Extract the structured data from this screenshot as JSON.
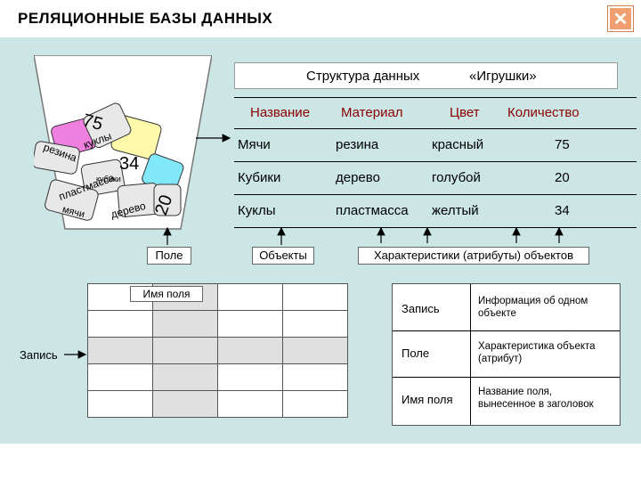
{
  "window": {
    "title": "РЕЛЯЦИОННЫЕ БАЗЫ ДАННЫХ",
    "close_symbol": "✕"
  },
  "structure": {
    "title_left": "Структура  данных",
    "title_right": "«Игрушки»"
  },
  "table": {
    "headers": [
      "Название",
      "Материал",
      "Цвет",
      "Количество"
    ],
    "rows": [
      [
        "Мячи",
        "резина",
        "красный",
        "75"
      ],
      [
        "Кубики",
        "дерево",
        "голубой",
        "20"
      ],
      [
        "Куклы",
        "пластмасса",
        "желтый",
        "34"
      ]
    ]
  },
  "basket": {
    "texts": [
      "75",
      "куклы",
      "резина",
      "34",
      "пластмасса",
      "кубики",
      "мячи",
      "дерево",
      "20"
    ]
  },
  "labels": {
    "field": "Поле",
    "objects": "Объекты",
    "characteristics": "Характеристики (атрибуты) объектов",
    "field_name": "Имя поля",
    "record": "Запись"
  },
  "legend": {
    "items": [
      {
        "term": "Запись",
        "desc": "Информация об одном объекте"
      },
      {
        "term": "Поле",
        "desc": "Характеристика объекта (атрибут)"
      },
      {
        "term": "Имя поля",
        "desc": "Название поля, вынесенное в заголовок"
      }
    ]
  },
  "colors": {
    "panel": "#cce5e5",
    "header_text": "#8b0000",
    "close_button": "#f0a070"
  }
}
